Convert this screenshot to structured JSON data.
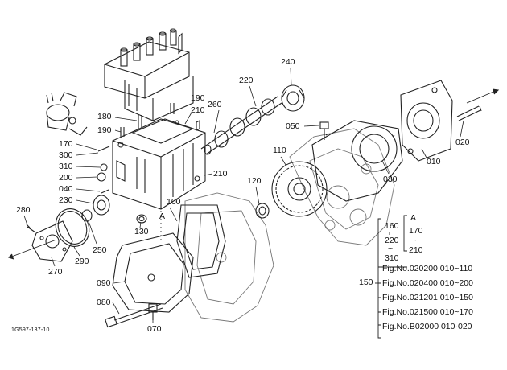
{
  "diagram": {
    "drawing_code": "1G597-137-10",
    "part_labels": [
      "240",
      "220",
      "260",
      "210",
      "190",
      "180",
      "190",
      "170",
      "300",
      "310",
      "200",
      "040",
      "230",
      "210",
      "120",
      "110",
      "050",
      "030",
      "010",
      "020",
      "100",
      "A",
      "130",
      "280",
      "250",
      "290",
      "270",
      "090",
      "080",
      "070"
    ],
    "range_block": {
      "left_top": "160",
      "left_mid": "220",
      "left_bot": "310",
      "right_top": "A",
      "right_mid": "170",
      "right_bot": "210",
      "tilde": "~"
    },
    "figure_refs": {
      "group_label": "150",
      "lines": [
        "Fig.No.020200  010~110",
        "Fig.No.020400  010~200",
        "Fig.No.021201  010~150",
        "Fig.No.021500  010~170",
        "Fig.No.B02000  010·020"
      ]
    }
  }
}
